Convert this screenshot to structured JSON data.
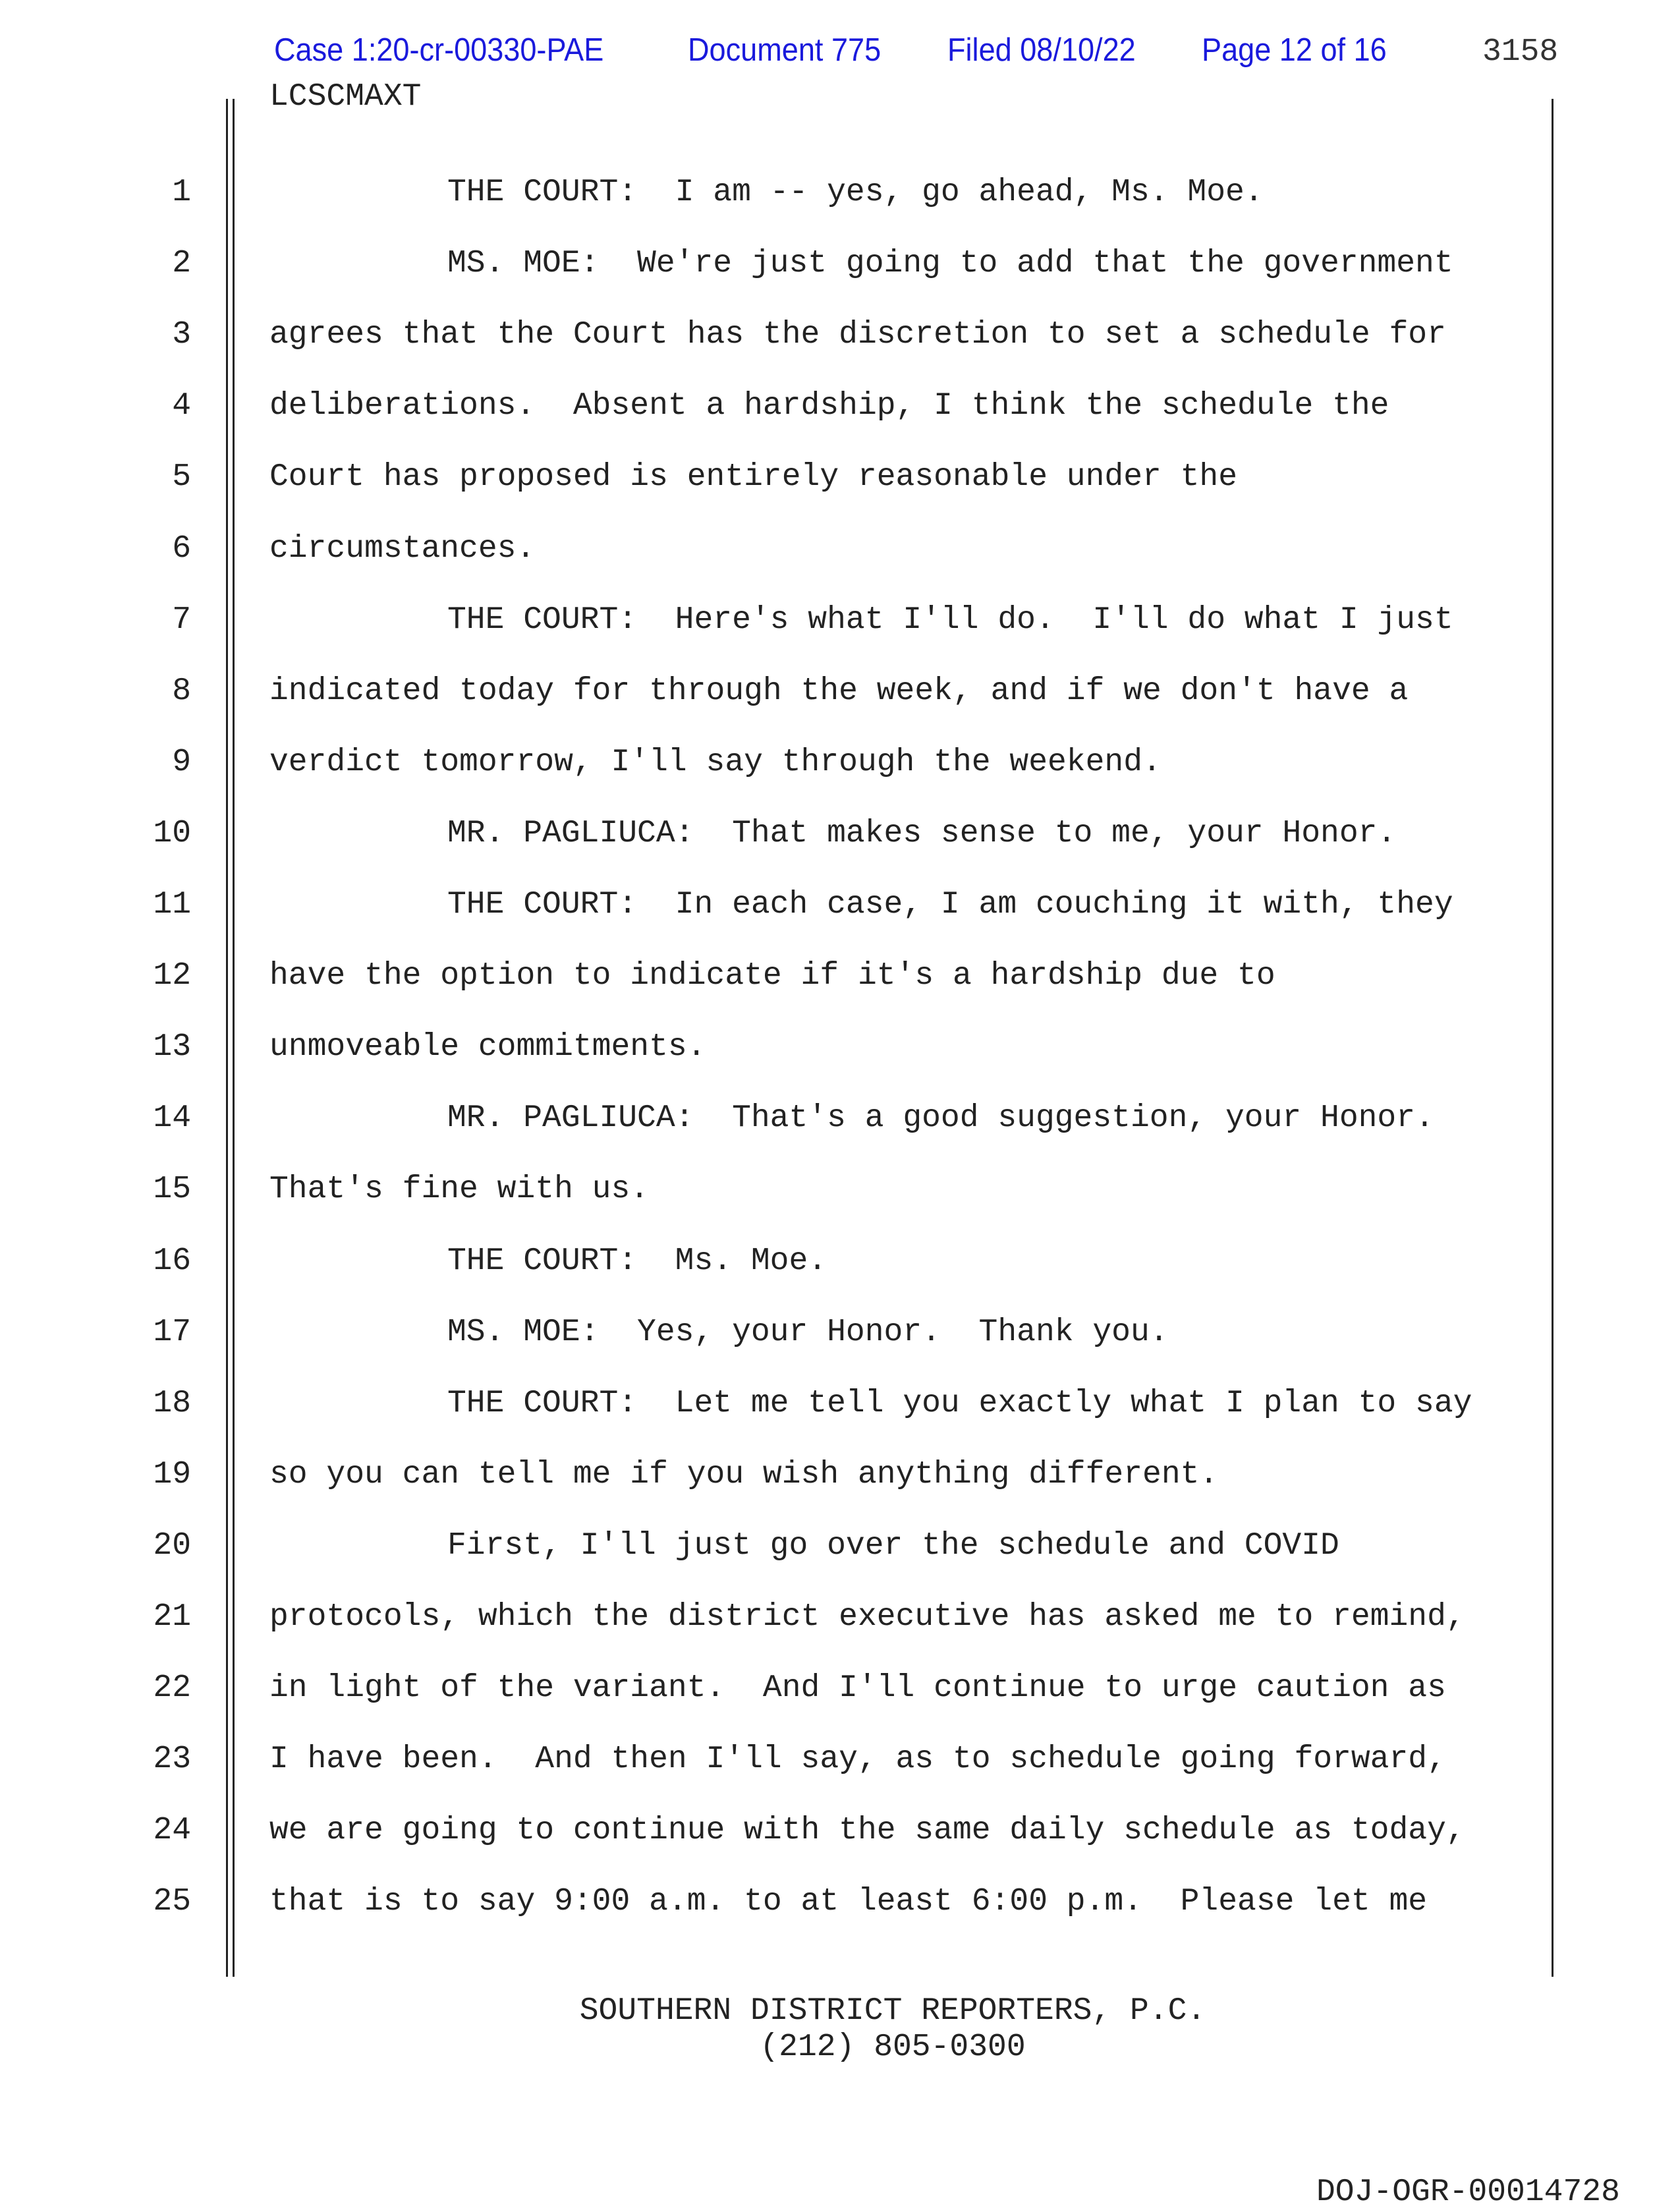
{
  "header": {
    "case": "Case 1:20-cr-00330-PAE",
    "document": "Document 775",
    "filed": "Filed 08/10/22",
    "page": "Page 12 of 16",
    "transcript_page": "3158",
    "code": "LCSCMAXT"
  },
  "lines": [
    {
      "n": "1",
      "indent": true,
      "text": "THE COURT:  I am -- yes, go ahead, Ms. Moe."
    },
    {
      "n": "2",
      "indent": true,
      "text": "MS. MOE:  We're just going to add that the government"
    },
    {
      "n": "3",
      "indent": false,
      "text": "agrees that the Court has the discretion to set a schedule for"
    },
    {
      "n": "4",
      "indent": false,
      "text": "deliberations.  Absent a hardship, I think the schedule the"
    },
    {
      "n": "5",
      "indent": false,
      "text": "Court has proposed is entirely reasonable under the"
    },
    {
      "n": "6",
      "indent": false,
      "text": "circumstances."
    },
    {
      "n": "7",
      "indent": true,
      "text": "THE COURT:  Here's what I'll do.  I'll do what I just"
    },
    {
      "n": "8",
      "indent": false,
      "text": "indicated today for through the week, and if we don't have a"
    },
    {
      "n": "9",
      "indent": false,
      "text": "verdict tomorrow, I'll say through the weekend."
    },
    {
      "n": "10",
      "indent": true,
      "text": "MR. PAGLIUCA:  That makes sense to me, your Honor."
    },
    {
      "n": "11",
      "indent": true,
      "text": "THE COURT:  In each case, I am couching it with, they"
    },
    {
      "n": "12",
      "indent": false,
      "text": "have the option to indicate if it's a hardship due to"
    },
    {
      "n": "13",
      "indent": false,
      "text": "unmoveable commitments."
    },
    {
      "n": "14",
      "indent": true,
      "text": "MR. PAGLIUCA:  That's a good suggestion, your Honor."
    },
    {
      "n": "15",
      "indent": false,
      "text": "That's fine with us."
    },
    {
      "n": "16",
      "indent": true,
      "text": "THE COURT:  Ms. Moe."
    },
    {
      "n": "17",
      "indent": true,
      "text": "MS. MOE:  Yes, your Honor.  Thank you."
    },
    {
      "n": "18",
      "indent": true,
      "text": "THE COURT:  Let me tell you exactly what I plan to say"
    },
    {
      "n": "19",
      "indent": false,
      "text": "so you can tell me if you wish anything different."
    },
    {
      "n": "20",
      "indent": true,
      "text": "First, I'll just go over the schedule and COVID"
    },
    {
      "n": "21",
      "indent": false,
      "text": "protocols, which the district executive has asked me to remind,"
    },
    {
      "n": "22",
      "indent": false,
      "text": "in light of the variant.  And I'll continue to urge caution as"
    },
    {
      "n": "23",
      "indent": false,
      "text": "I have been.  And then I'll say, as to schedule going forward,"
    },
    {
      "n": "24",
      "indent": false,
      "text": "we are going to continue with the same daily schedule as today,"
    },
    {
      "n": "25",
      "indent": false,
      "text": "that is to say 9:00 a.m. to at least 6:00 p.m.  Please let me"
    }
  ],
  "footer": {
    "reporter": "SOUTHERN DISTRICT REPORTERS, P.C.",
    "phone": "(212) 805-0300",
    "bates": "DOJ-OGR-00014728"
  }
}
